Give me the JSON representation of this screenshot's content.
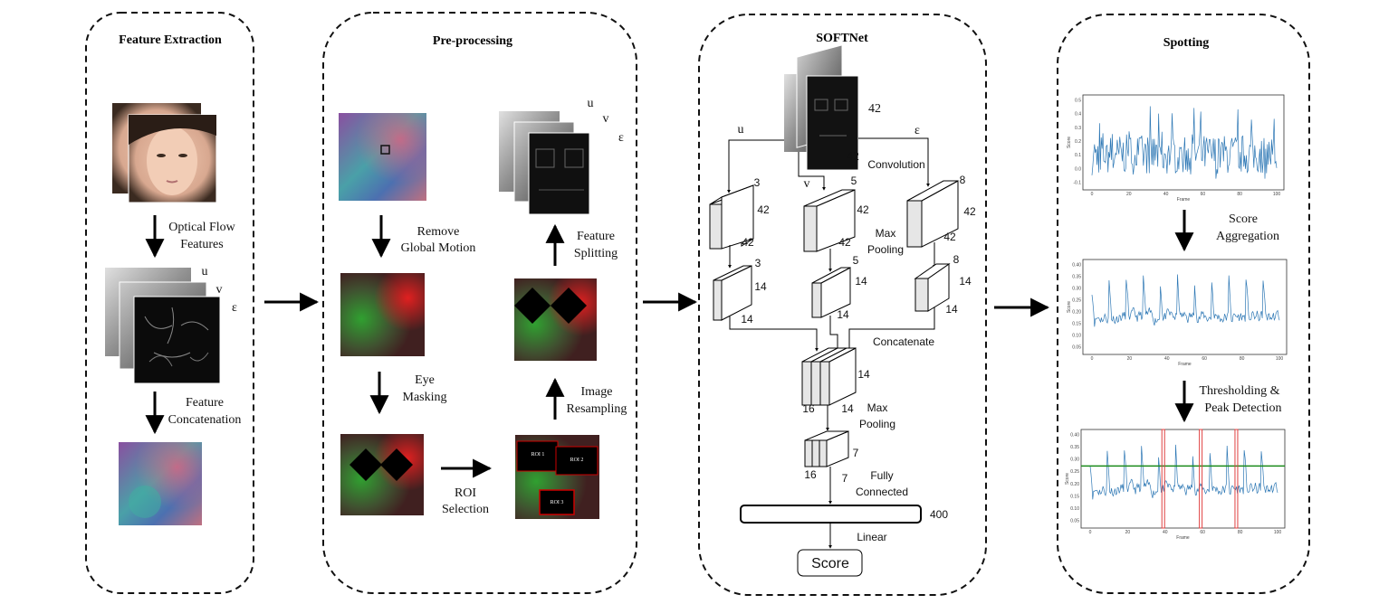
{
  "panels": {
    "feature_extraction": "Feature Extraction",
    "preprocessing": "Pre-processing",
    "softnet": "SOFTNet",
    "spotting": "Spotting"
  },
  "feature_extraction": {
    "step1": [
      "Optical Flow",
      "Features"
    ],
    "step2": [
      "Feature",
      "Concatenation"
    ],
    "flow_labels": [
      "u",
      "v",
      "ε"
    ]
  },
  "preprocessing": {
    "remove_motion": [
      "Remove",
      "Global Motion"
    ],
    "eye_masking": [
      "Eye",
      "Masking"
    ],
    "roi_selection": [
      "ROI",
      "Selection"
    ],
    "image_resampling": [
      "Image",
      "Resampling"
    ],
    "feature_splitting": [
      "Feature",
      "Splitting"
    ],
    "flow_labels": [
      "u",
      "v",
      "ε"
    ],
    "roi_labels": [
      "ROI 1",
      "ROI 2",
      "ROI 3"
    ]
  },
  "softnet": {
    "input_size": "42",
    "input_size2": "42",
    "branch_labels": [
      "u",
      "v",
      "ε"
    ],
    "convolution": "Convolution",
    "max_pooling": [
      "Max",
      "Pooling"
    ],
    "concatenate": "Concatenate",
    "max_pooling2": [
      "Max",
      "Pooling"
    ],
    "fully_connected": [
      "Fully",
      "Connected"
    ],
    "linear": "Linear",
    "score": "Score",
    "dense_units": "400",
    "conv_branches": [
      {
        "channels": "3",
        "size": "42",
        "size2": "42",
        "pool_channels": "3",
        "pool_size": "14",
        "pool_size2": "14"
      },
      {
        "channels": "5",
        "size": "42",
        "size2": "42",
        "pool_channels": "5",
        "pool_size": "14",
        "pool_size2": "14"
      },
      {
        "channels": "8",
        "size": "42",
        "size2": "42",
        "pool_channels": "8",
        "pool_size": "14",
        "pool_size2": "14"
      }
    ],
    "concat_block": {
      "channels": "16",
      "size": "14",
      "size2": "14"
    },
    "pool_block": {
      "channels": "16",
      "size": "7",
      "size2": "7"
    }
  },
  "spotting": {
    "score_aggregation": [
      "Score",
      "Aggregation"
    ],
    "threshold": [
      "Thresholding &",
      "Peak Detection"
    ],
    "plot_x_label": "Frame",
    "plot_y_label": "Score",
    "plot1_yticks": [
      "0.5",
      "0.4",
      "0.3",
      "0.2",
      "0.1",
      "0.0",
      "-0.1"
    ],
    "plot2_yticks": [
      "0.40",
      "0.35",
      "0.30",
      "0.25",
      "0.20",
      "0.15",
      "0.10",
      "0.05"
    ],
    "xticks": [
      "0",
      "20",
      "40",
      "60",
      "80",
      "100"
    ],
    "line_color": "#2e78b5",
    "threshold_color": "#1a8a1a",
    "peak_color": "#e04040"
  }
}
